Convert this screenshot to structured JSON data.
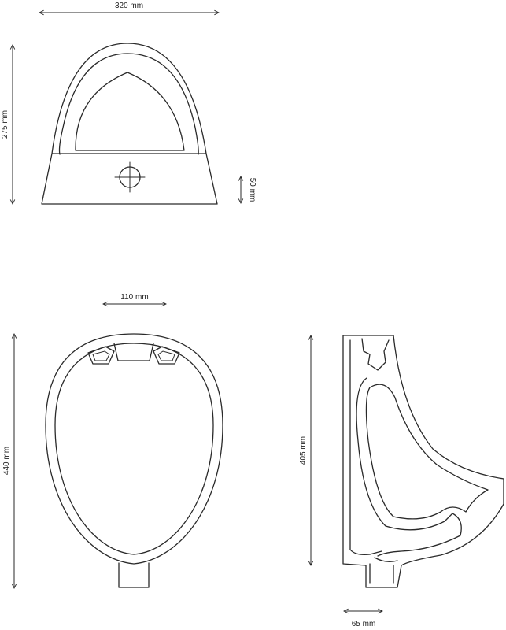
{
  "dimensions": {
    "front_width": "320 mm",
    "front_height": "275 mm",
    "outlet_height": "50 mm",
    "top_outlet_width": "110 mm",
    "top_length": "440 mm",
    "side_height": "405 mm",
    "side_outlet_width": "65 mm"
  }
}
